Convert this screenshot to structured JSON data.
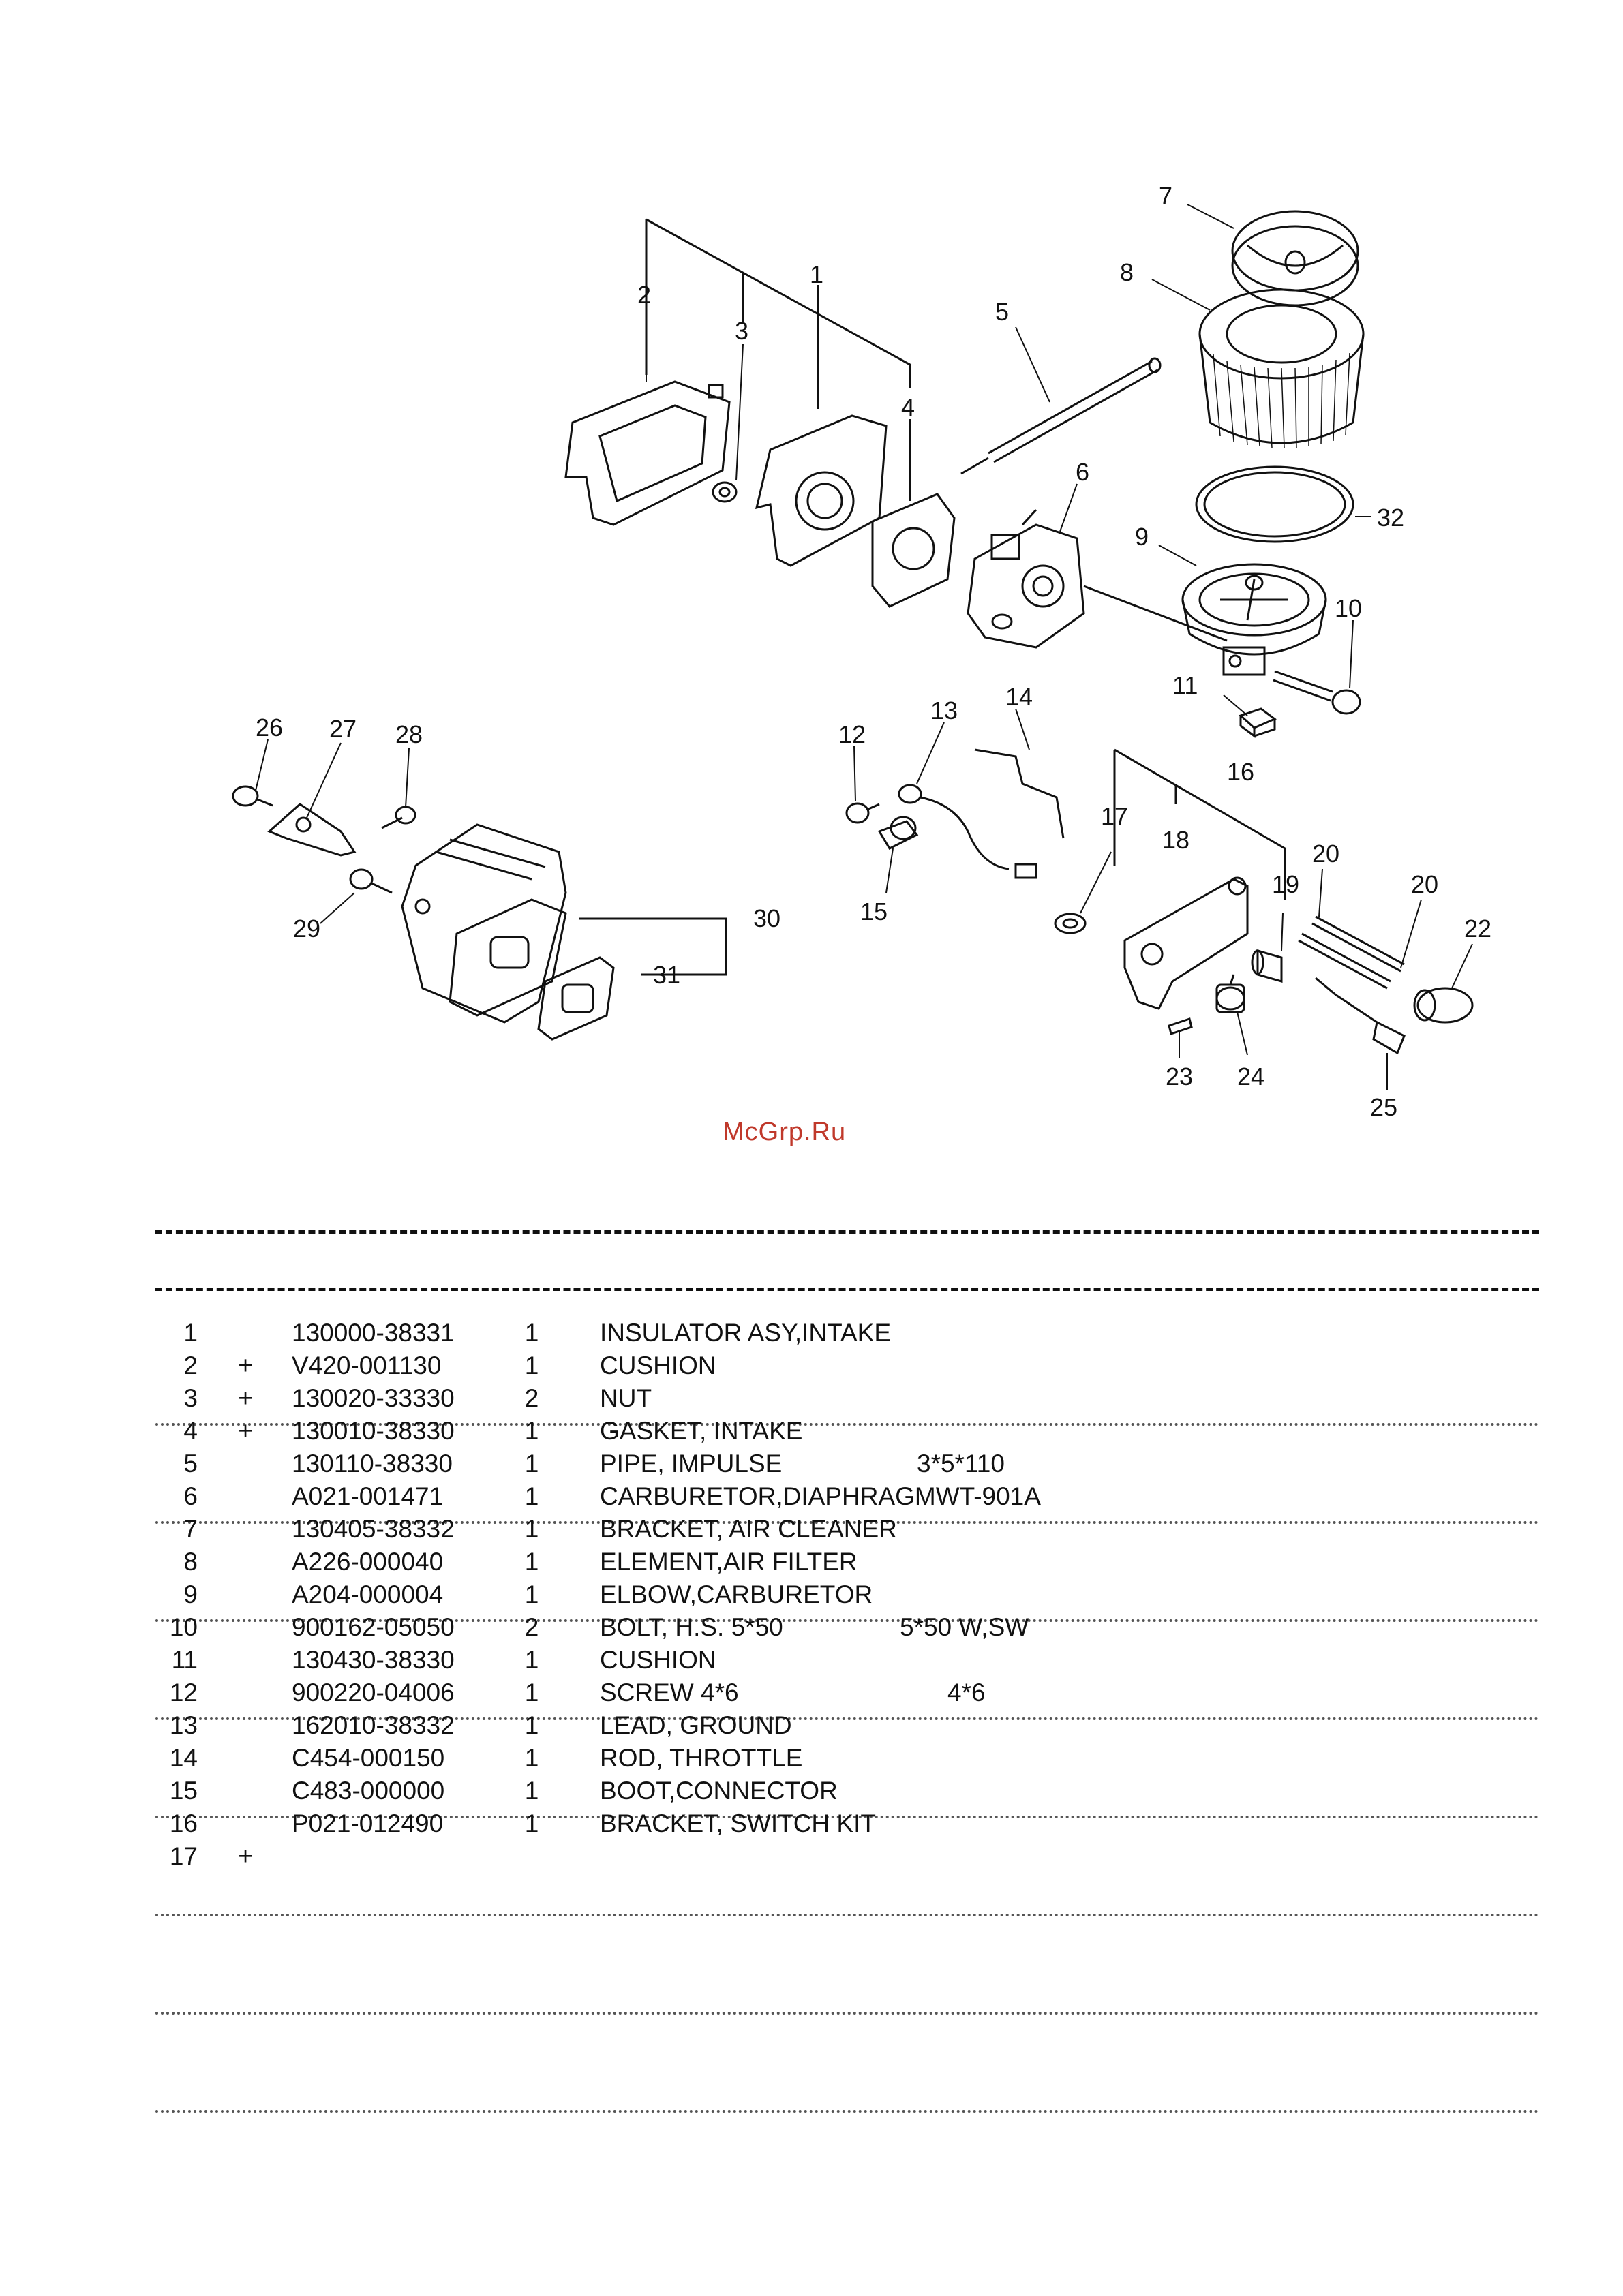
{
  "watermark": "McGrp.Ru",
  "callouts": [
    "1",
    "2",
    "3",
    "4",
    "5",
    "6",
    "7",
    "8",
    "9",
    "10",
    "11",
    "12",
    "13",
    "14",
    "15",
    "16",
    "17",
    "18",
    "19",
    "20",
    "20",
    "22",
    "23",
    "24",
    "25",
    "26",
    "27",
    "28",
    "29",
    "30",
    "31",
    "32"
  ],
  "parts": [
    {
      "no": "1",
      "mark": "",
      "part": "130000-38331",
      "qty": "1",
      "desc": "INSULATOR ASY,INTAKE",
      "spec": ""
    },
    {
      "no": "2",
      "mark": "+",
      "part": "V420-001130",
      "qty": "1",
      "desc": "CUSHION",
      "spec": ""
    },
    {
      "no": "3",
      "mark": "+",
      "part": "130020-33330",
      "qty": "2",
      "desc": "NUT",
      "spec": ""
    },
    {
      "no": "4",
      "mark": "+",
      "part": "130010-38330",
      "qty": "1",
      "desc": "GASKET, INTAKE",
      "spec": ""
    },
    {
      "no": "5",
      "mark": "",
      "part": "130110-38330",
      "qty": "1",
      "desc": "PIPE, IMPULSE",
      "spec": "3*5*110"
    },
    {
      "no": "6",
      "mark": "",
      "part": "A021-001471",
      "qty": "1",
      "desc": "CARBURETOR,DIAPHRAGMWT-901A",
      "spec": ""
    },
    {
      "no": "7",
      "mark": "",
      "part": "130405-38332",
      "qty": "1",
      "desc": "BRACKET, AIR CLEANER",
      "spec": ""
    },
    {
      "no": "8",
      "mark": "",
      "part": "A226-000040",
      "qty": "1",
      "desc": "ELEMENT,AIR FILTER",
      "spec": ""
    },
    {
      "no": "9",
      "mark": "",
      "part": "A204-000004",
      "qty": "1",
      "desc": "ELBOW,CARBURETOR",
      "spec": ""
    },
    {
      "no": "10",
      "mark": "",
      "part": "900162-05050",
      "qty": "2",
      "desc": "BOLT, H.S.  5*50",
      "spec": "5*50 W,SW"
    },
    {
      "no": "11",
      "mark": "",
      "part": "130430-38330",
      "qty": "1",
      "desc": "CUSHION",
      "spec": ""
    },
    {
      "no": "12",
      "mark": "",
      "part": "900220-04006",
      "qty": "1",
      "desc": "SCREW  4*6",
      "spec": "4*6"
    },
    {
      "no": "13",
      "mark": "",
      "part": "162010-38332",
      "qty": "1",
      "desc": "LEAD, GROUND",
      "spec": ""
    },
    {
      "no": "14",
      "mark": "",
      "part": "C454-000150",
      "qty": "1",
      "desc": "ROD, THROTTLE",
      "spec": ""
    },
    {
      "no": "15",
      "mark": "",
      "part": "C483-000000",
      "qty": "1",
      "desc": "BOOT,CONNECTOR",
      "spec": ""
    },
    {
      "no": "16",
      "mark": "",
      "part": "P021-012490",
      "qty": "1",
      "desc": "BRACKET, SWITCH KIT",
      "spec": ""
    },
    {
      "no": "17",
      "mark": "+",
      "part": "",
      "qty": "",
      "desc": "",
      "spec": ""
    }
  ]
}
